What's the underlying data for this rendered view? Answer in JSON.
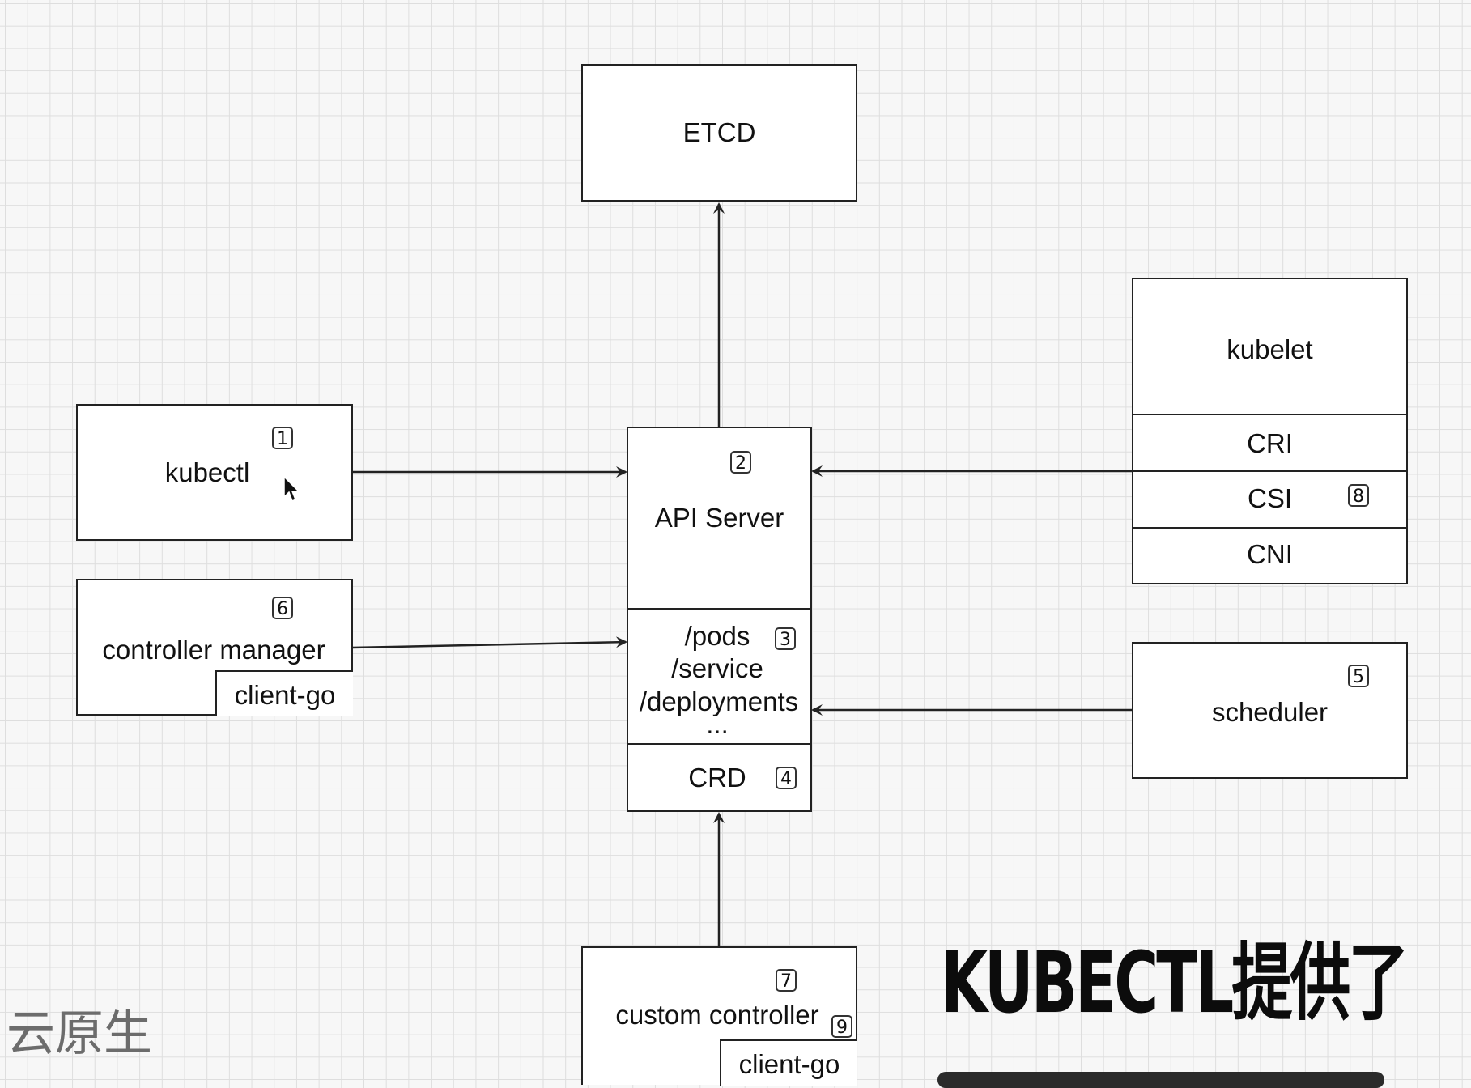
{
  "nodes": {
    "etcd": {
      "label": "ETCD"
    },
    "kubectl": {
      "label": "kubectl",
      "badge": "1"
    },
    "api_server": {
      "label": "API Server",
      "badge": "2"
    },
    "resources": {
      "lines": [
        "/pods",
        "/service",
        "/deployments",
        "..."
      ],
      "badge": "3"
    },
    "crd": {
      "label": "CRD",
      "badge": "4"
    },
    "controller_manager": {
      "label": "controller manager",
      "badge": "6",
      "sub_label": "client-go"
    },
    "kubelet": {
      "label": "kubelet",
      "rows": [
        "CRI",
        "CSI",
        "CNI"
      ],
      "badge": "8"
    },
    "scheduler": {
      "label": "scheduler",
      "badge": "5"
    },
    "custom_controller": {
      "label": "custom controller",
      "badge": "7",
      "badge2": "9",
      "sub_label": "client-go"
    }
  },
  "caption": "KUBECTL提供了",
  "watermark": "云原生",
  "edges": [
    {
      "from": "api_server",
      "to": "etcd"
    },
    {
      "from": "kubectl",
      "to": "api_server"
    },
    {
      "from": "controller_manager",
      "to": "api_server"
    },
    {
      "from": "kubelet",
      "to": "api_server"
    },
    {
      "from": "scheduler",
      "to": "api_server"
    },
    {
      "from": "custom_controller",
      "to": "crd"
    }
  ],
  "colors": {
    "background": "#f7f7f7",
    "grid": "#dedede",
    "stroke": "#222222",
    "box_fill": "#ffffff"
  }
}
